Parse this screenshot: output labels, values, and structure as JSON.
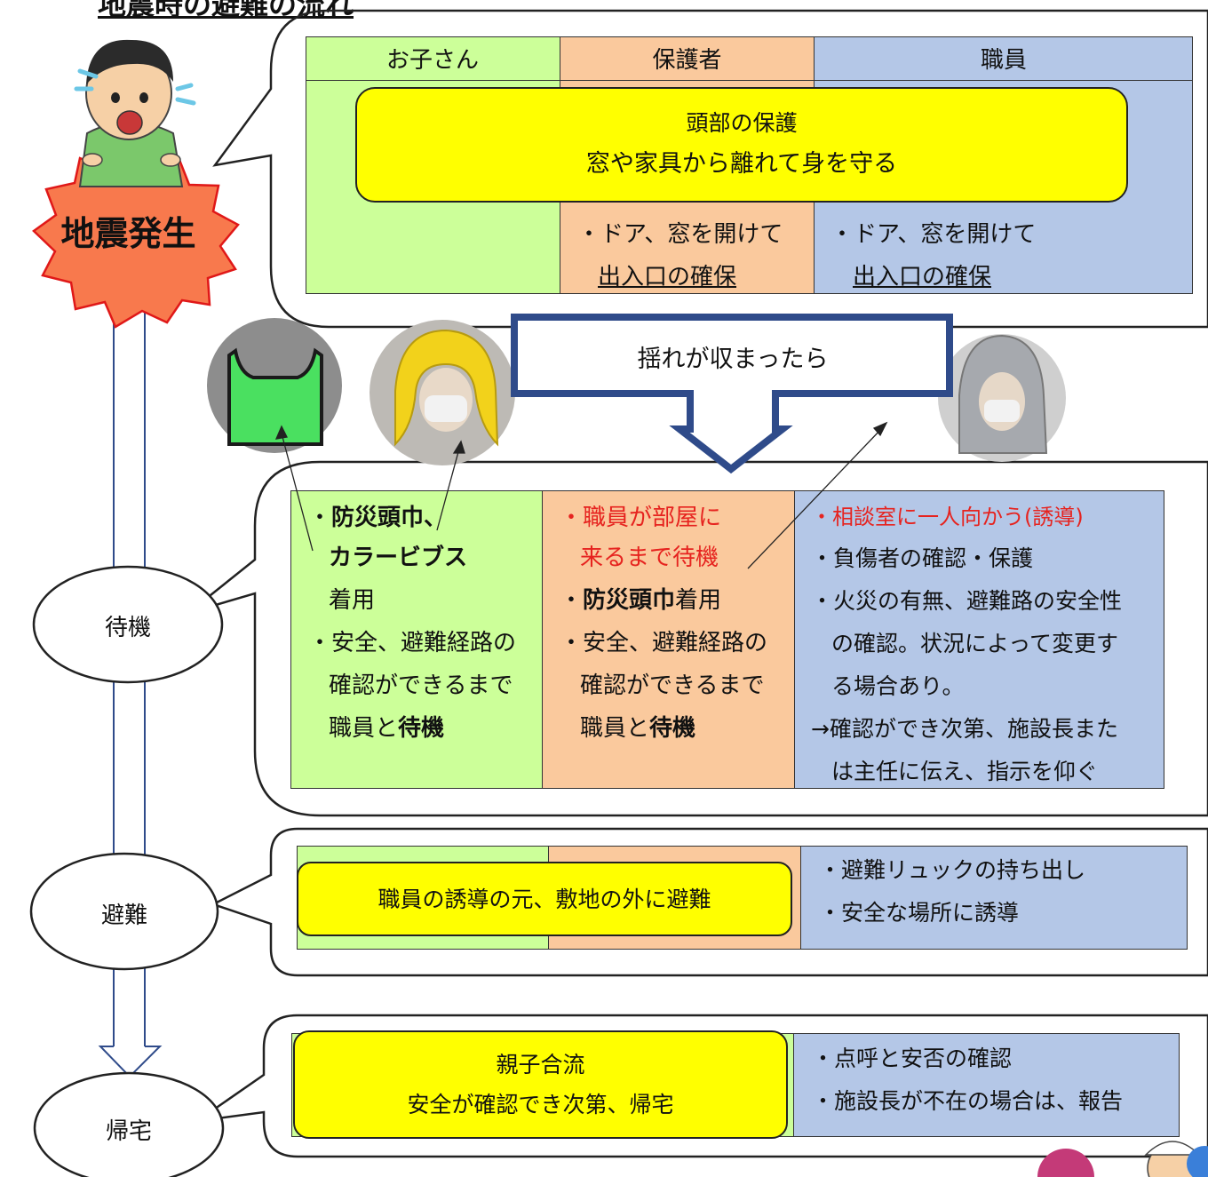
{
  "title": "地震時の避難の流れ",
  "start_label": "地震発生",
  "columns": {
    "child": "お子さん",
    "guardian": "保護者",
    "staff": "職員"
  },
  "quake": {
    "center_line1": "頭部の保護",
    "center_line2": "窓や家具から離れて身を守る",
    "guardian_b1": "・ドア、窓を開けて",
    "guardian_b2": "出入口の確保",
    "staff_b1": "・ドア、窓を開けて",
    "staff_b2": "出入口の確保"
  },
  "arrow_label": "揺れが収まったら",
  "standby": {
    "stage": "待機",
    "child_l1_bold": "防災頭巾、",
    "child_l2_bold": "カラービブス",
    "child_l3": "着用",
    "child_l4": "・安全、避難経路の",
    "child_l5": "確認ができるまで",
    "child_l6a": "職員と",
    "child_l6b": "待機",
    "guardian_l1": "職員が部屋に",
    "guardian_l2": "来るまで待機",
    "guardian_l3_bold": "防災頭巾",
    "guardian_l3b": "着用",
    "guardian_l4": "・安全、避難経路の",
    "guardian_l5": "確認ができるまで",
    "guardian_l6a": "職員と",
    "guardian_l6b": "待機",
    "staff_l1": "相談室に一人向かう(誘導)",
    "staff_l2": "・負傷者の確認・保護",
    "staff_l3": "・火災の有無、避難路の安全性",
    "staff_l4": "の確認。状況によって変更す",
    "staff_l5": "る場合あり。",
    "staff_l6": "→確認ができ次第、施設長また",
    "staff_l7": "は主任に伝え、指示を仰ぐ"
  },
  "evacuate": {
    "stage": "避難",
    "center": "職員の誘導の元、敷地の外に避難",
    "staff_l1": "・避難リュックの持ち出し",
    "staff_l2": "・安全な場所に誘導"
  },
  "home": {
    "stage": "帰宅",
    "center_l1": "親子合流",
    "center_l2": "安全が確認でき次第、帰宅",
    "staff_l1": "・点呼と安否の確認",
    "staff_l2": "・施設長が不在の場合は、報告"
  },
  "colors": {
    "child": "#ccff99",
    "guardian": "#fac99d",
    "staff": "#b4c7e7",
    "highlight": "#ffff00",
    "starburst": "#f8794d",
    "accent_red": "#e6231f",
    "arrow": "#2f4b8a"
  },
  "icons": [
    "boy-shouting-illustration",
    "green-bib-photo",
    "yellow-hood-photo",
    "silver-hood-photo",
    "people-illustration"
  ]
}
